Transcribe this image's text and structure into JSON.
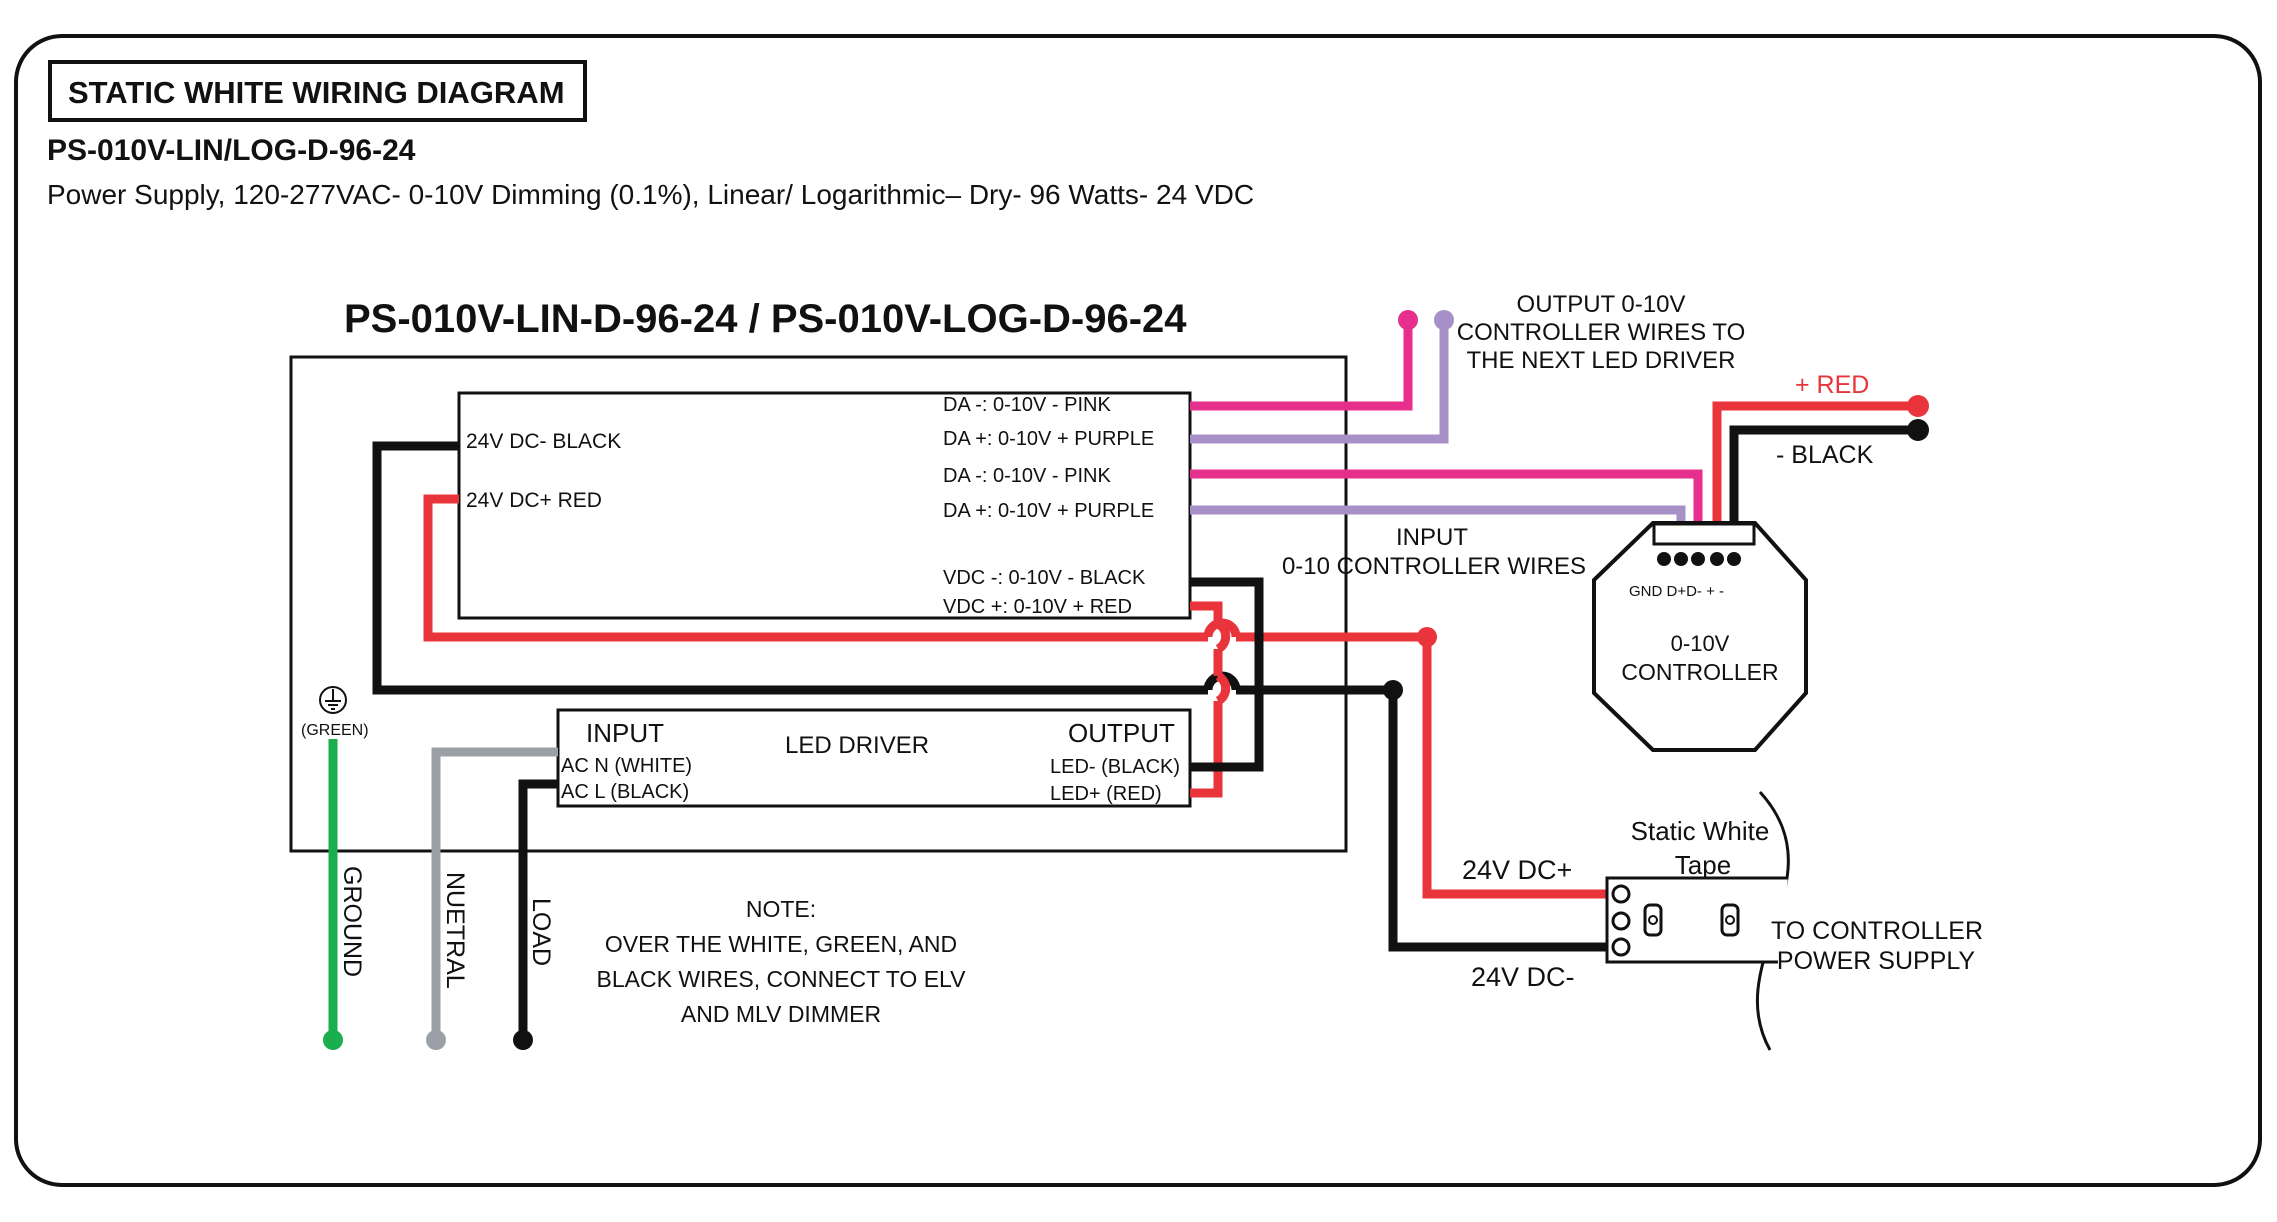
{
  "header": {
    "badge": "STATIC WHITE WIRING DIAGRAM",
    "model": "PS-010V-LIN/LOG-D-96-24",
    "description": "Power Supply, 120-277VAC- 0-10V Dimming (0.1%), Linear/ Logarithmic– Dry- 96 Watts- 24 VDC"
  },
  "diagram": {
    "title": "PS-010V-LIN-D-96-24 / PS-010V-LOG-D-96-24",
    "terminal_labels": {
      "dc_minus_black": "24V DC- BLACK",
      "dc_plus_red": "24V DC+ RED",
      "da_minus_pink_1": "DA -: 0-10V - PINK",
      "da_plus_purple_1": "DA +: 0-10V + PURPLE",
      "da_minus_pink_2": "DA -: 0-10V - PINK",
      "da_plus_purple_2": "DA +: 0-10V + PURPLE",
      "vdc_minus_black": "VDC -: 0-10V - BLACK",
      "vdc_plus_red": "VDC +: 0-10V + RED"
    },
    "led_driver": {
      "input_label": "INPUT",
      "title": "LED DRIVER",
      "output_label": "OUTPUT",
      "ac_n": "AC N (WHITE)",
      "ac_l": "AC L (BLACK)",
      "led_minus": "LED- (BLACK)",
      "led_plus": "LED+ (RED)"
    },
    "ground_symbol_label": "(GREEN)",
    "mains_labels": {
      "ground": "GROUND",
      "neutral": "NUETRAL",
      "load": "LOAD"
    },
    "note": [
      "NOTE:",
      "OVER THE WHITE, GREEN, AND",
      "BLACK WIRES, CONNECT TO ELV",
      "AND MLV DIMMER"
    ],
    "output_label": [
      "OUTPUT 0-10V",
      "CONTROLLER WIRES TO",
      "THE NEXT LED DRIVER"
    ],
    "input_label": [
      "INPUT",
      "0-10 CONTROLLER WIRES"
    ],
    "plus_red": "+ RED",
    "minus_black": "- BLACK",
    "controller": {
      "pins": "GND D+D- + -",
      "line1": "0-10V",
      "line2": "CONTROLLER"
    },
    "tape": {
      "label_line1": "Static White",
      "label_line2": "Tape",
      "dc_plus": "24V DC+",
      "dc_minus": "24V DC-",
      "to_controller_line1": "TO CONTROLLER",
      "to_controller_line2": "POWER SUPPLY"
    },
    "colors": {
      "black": "#111111",
      "red": "#e8343a",
      "pink": "#e62e8c",
      "purple": "#a78fc7",
      "green": "#1aae4e",
      "grey": "#9aa0a6"
    }
  }
}
